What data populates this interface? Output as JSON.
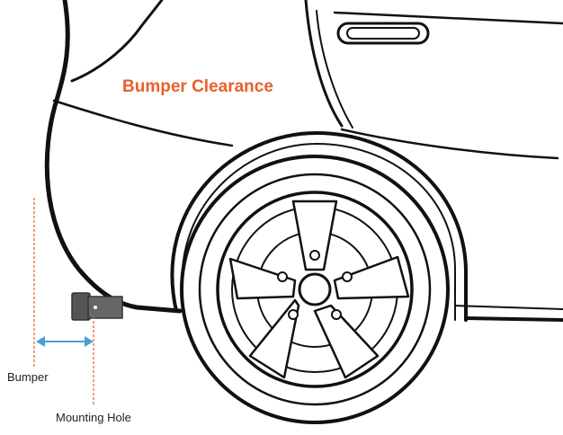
{
  "title": "Bumper Clearance",
  "labels": {
    "bumper": "Bumper",
    "mounting_hole": "Mounting Hole"
  },
  "colors": {
    "title": "#e8602c",
    "guide_line": "#e8602c",
    "arrow": "#4a9fd8",
    "outline": "#111111",
    "hitch": "#555555"
  },
  "icons": {
    "measure": "double-arrow-icon"
  }
}
